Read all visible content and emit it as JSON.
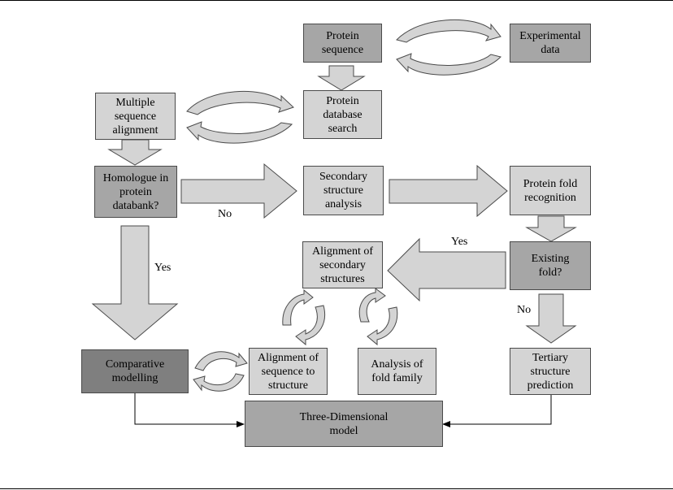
{
  "nodes": {
    "protein_sequence": "Protein\nsequence",
    "experimental_data": "Experimental\ndata",
    "multiple_sequence_alignment": "Multiple\nsequence\nalignment",
    "protein_database_search": "Protein\ndatabase\nsearch",
    "homologue": "Homologue in\nprotein\ndatabank?",
    "secondary_structure_analysis": "Secondary\nstructure\nanalysis",
    "protein_fold_recognition": "Protein fold\nrecognition",
    "alignment_secondary": "Alignment of\nsecondary\nstructures",
    "existing_fold": "Existing\nfold?",
    "comparative_modelling": "Comparative\nmodelling",
    "alignment_sequence_structure": "Alignment of\nsequence to\nstructure",
    "analysis_fold_family": "Analysis of\nfold family",
    "tertiary_structure_prediction": "Tertiary\nstructure\nprediction",
    "three_dimensional_model": "Three-Dimensional\nmodel"
  },
  "labels": {
    "no_homologue": "No",
    "yes_homologue": "Yes",
    "yes_existing": "Yes",
    "no_existing": "No"
  },
  "colors": {
    "level1": "#d4d4d4",
    "level2": "#a6a6a6",
    "level3": "#7f7f7f",
    "arrow_fill": "#d4d4d4",
    "outline": "#4a4a4a"
  }
}
